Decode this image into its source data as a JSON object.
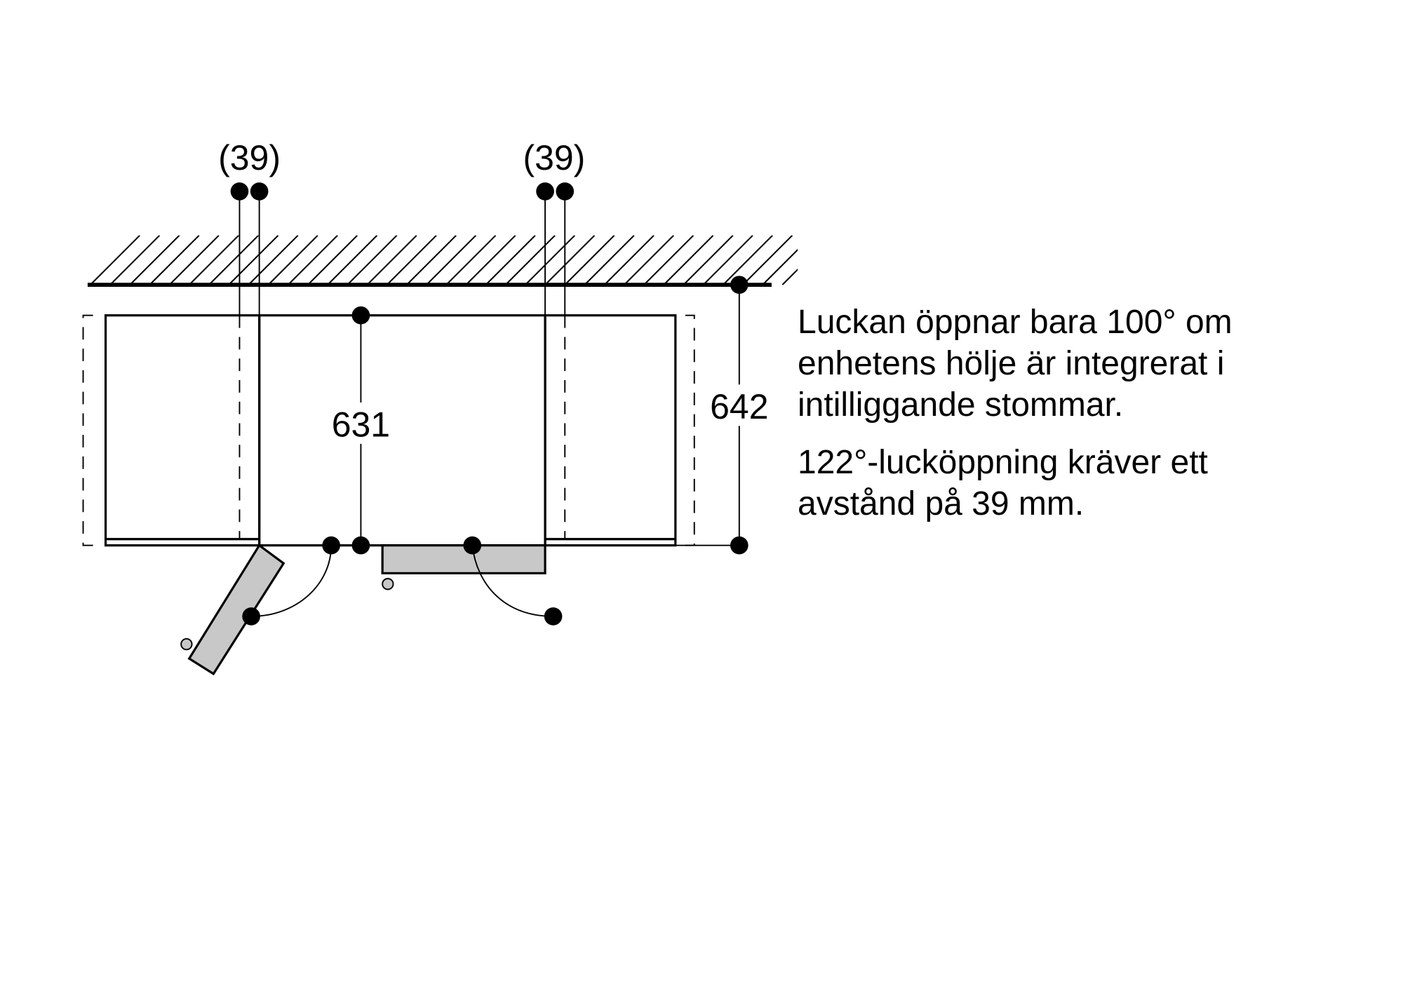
{
  "dimensions": {
    "gap_left": "(39)",
    "gap_right": "(39)",
    "depth_cabinet": "631",
    "depth_total": "642"
  },
  "notes": {
    "p1": [
      "Luckan öppnar bara 100° om",
      "enhetens hölje är integrerat i",
      "intilliggande stommar."
    ],
    "p2": [
      "122°-lucköppning kräver ett",
      "avstånd på 39 mm."
    ]
  },
  "colors": {
    "door_fill": "#c8c8c8",
    "line": "#000000"
  }
}
